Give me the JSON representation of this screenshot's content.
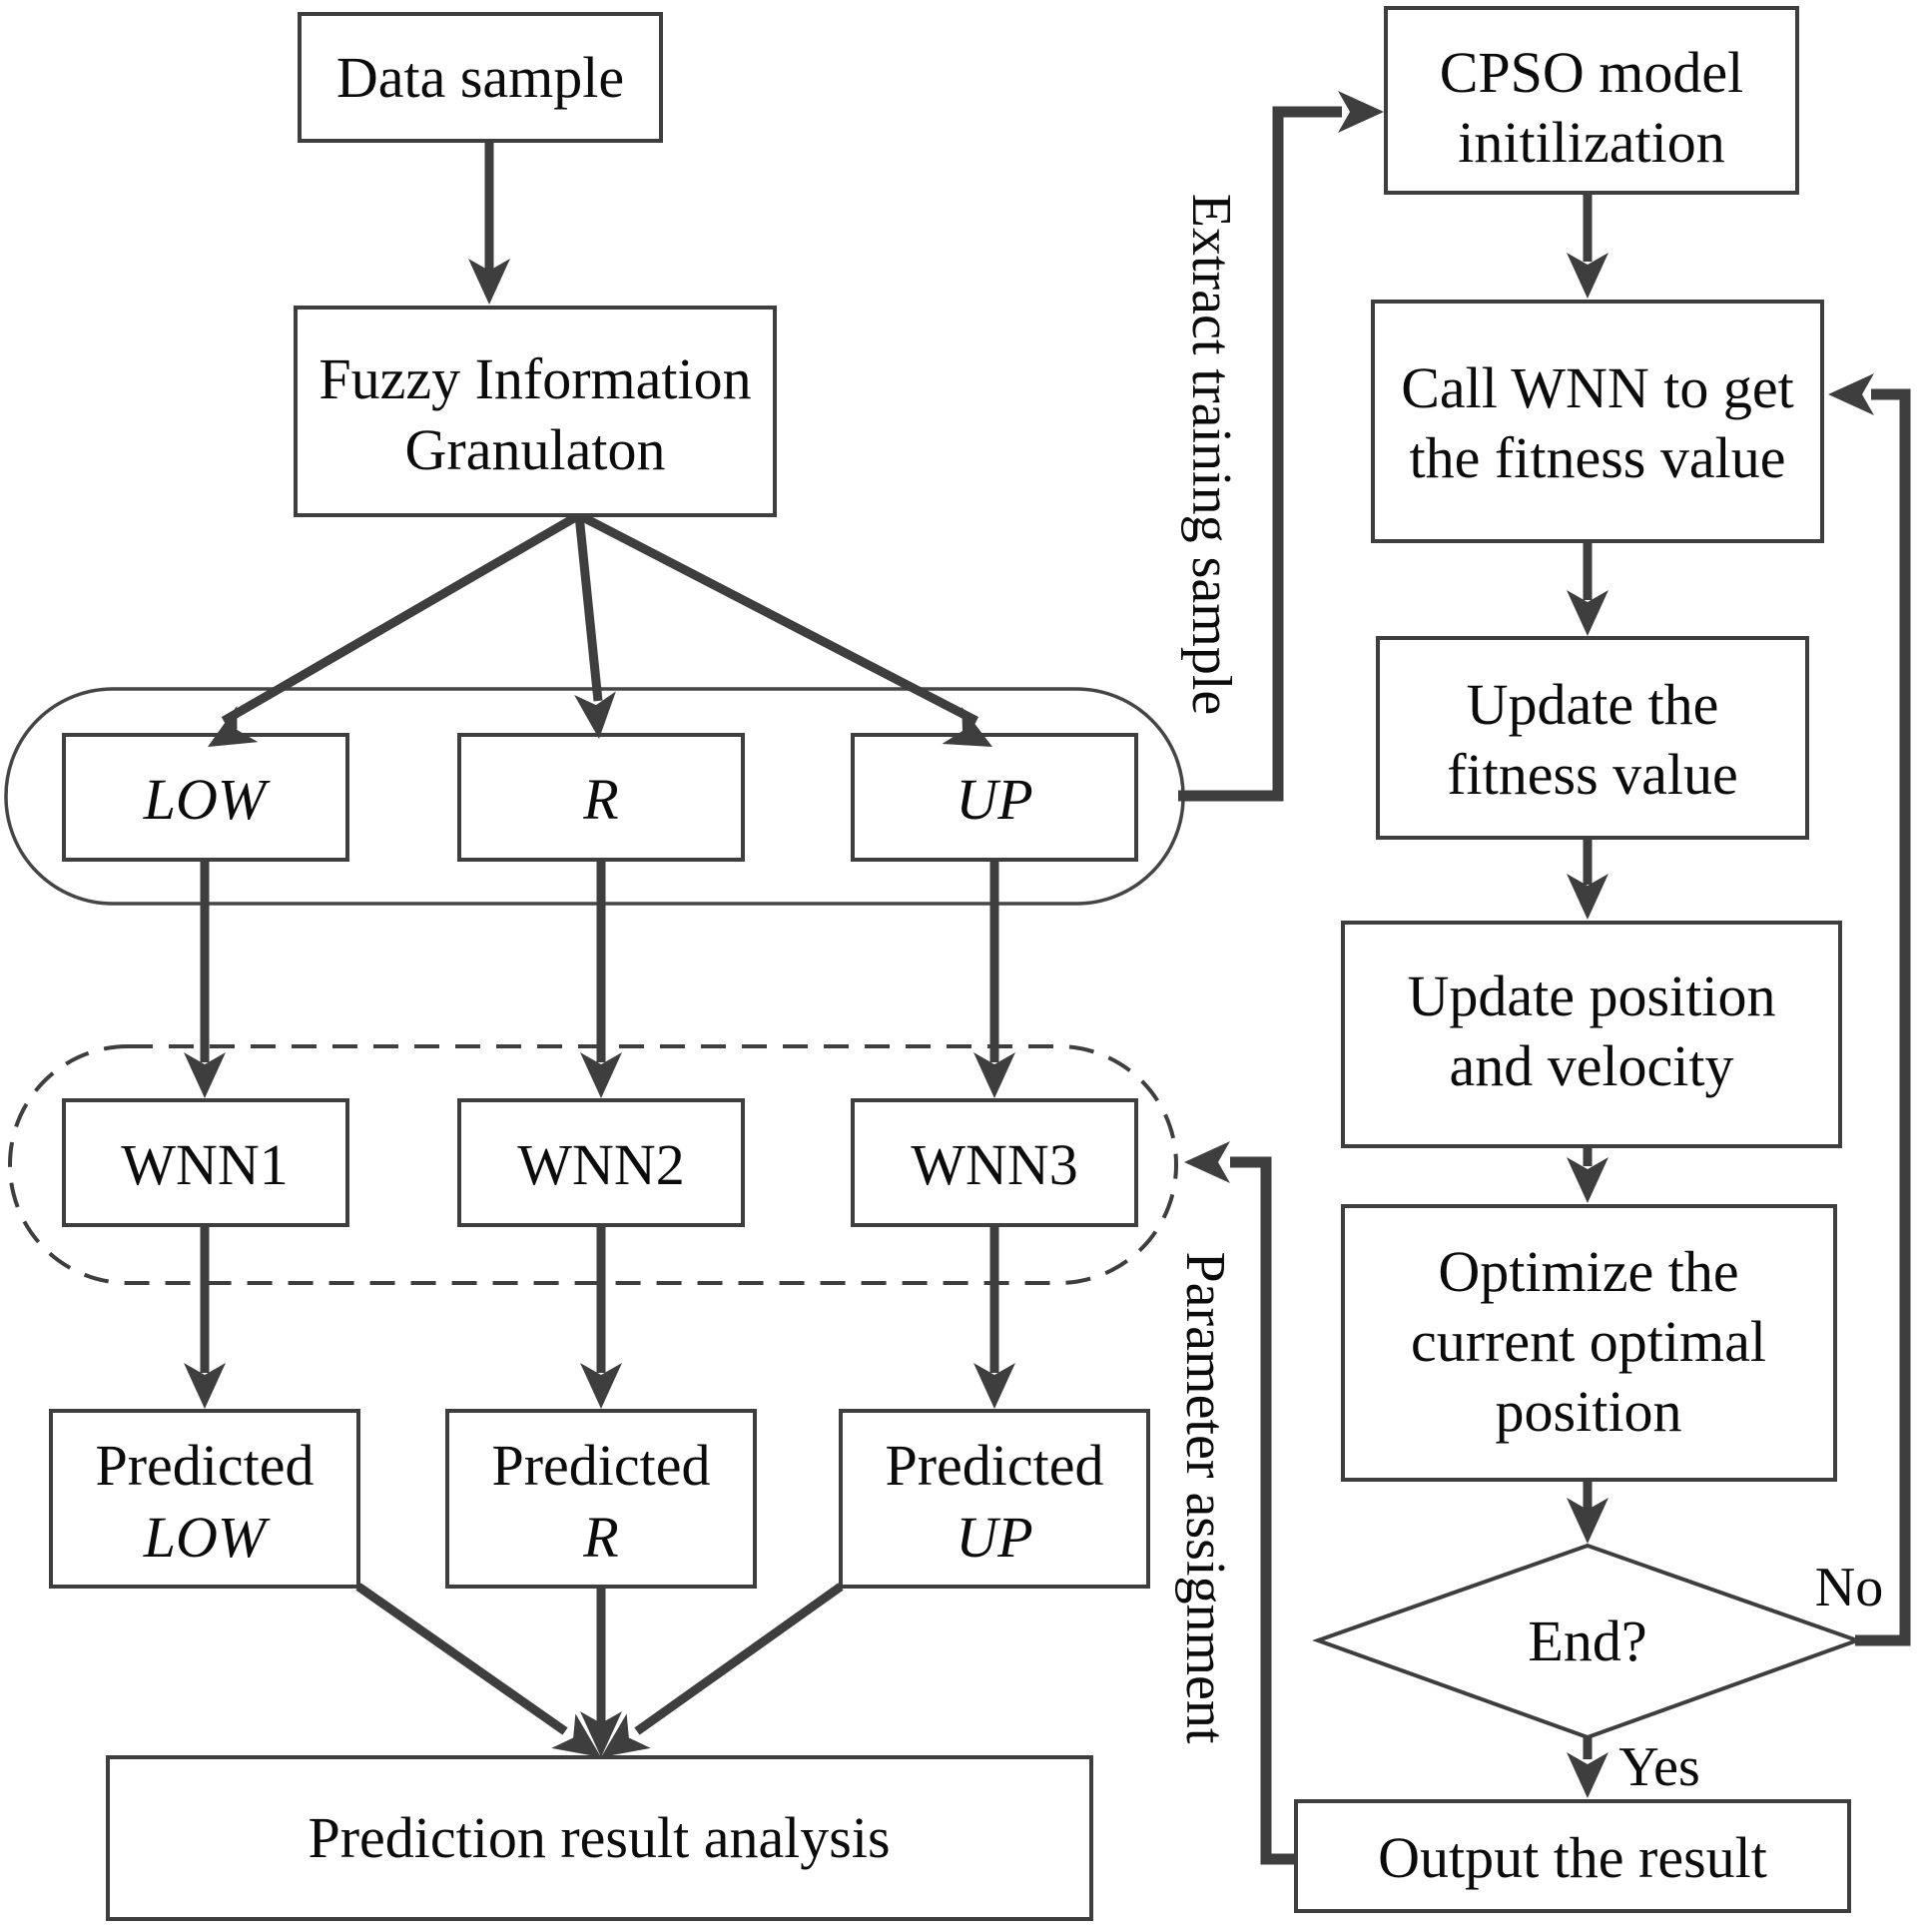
{
  "colors": {
    "line": "#3e3e3e",
    "text": "#0b0b0b",
    "background": "#ffffff"
  },
  "left_flow": {
    "data_sample": {
      "label": "Data sample"
    },
    "fuzzy_granulation": {
      "line1": "Fuzzy Information",
      "line2": "Granulaton"
    },
    "granules": {
      "low": "LOW",
      "mid": "R",
      "up": "UP"
    },
    "networks": {
      "wnn1": "WNN1",
      "wnn2": "WNN2",
      "wnn3": "WNN3"
    },
    "predicted": {
      "low": {
        "line1": "Predicted",
        "line2": "LOW"
      },
      "mid": {
        "line1": "Predicted",
        "line2": "R"
      },
      "up": {
        "line1": "Predicted",
        "line2": "UP"
      }
    },
    "analysis": {
      "label": "Prediction result analysis"
    }
  },
  "right_flow": {
    "cpso_init": {
      "line1": "CPSO model",
      "line2": "initilization"
    },
    "call_wnn": {
      "line1": "Call WNN to get",
      "line2": "the fitness value"
    },
    "update_fitness": {
      "line1": "Update the",
      "line2": "fitness value"
    },
    "update_position": {
      "line1": "Update position",
      "line2": "and velocity"
    },
    "optimize_position": {
      "line1": "Optimize the",
      "line2": "current optimal",
      "line3": "position"
    },
    "end_decision": {
      "label": "End?",
      "no_label": "No",
      "yes_label": "Yes"
    },
    "output": {
      "label": "Output the result"
    }
  },
  "connector_labels": {
    "extract_training_sample": "Extract training sample",
    "parameter_assignment": "Parameter assignment"
  }
}
